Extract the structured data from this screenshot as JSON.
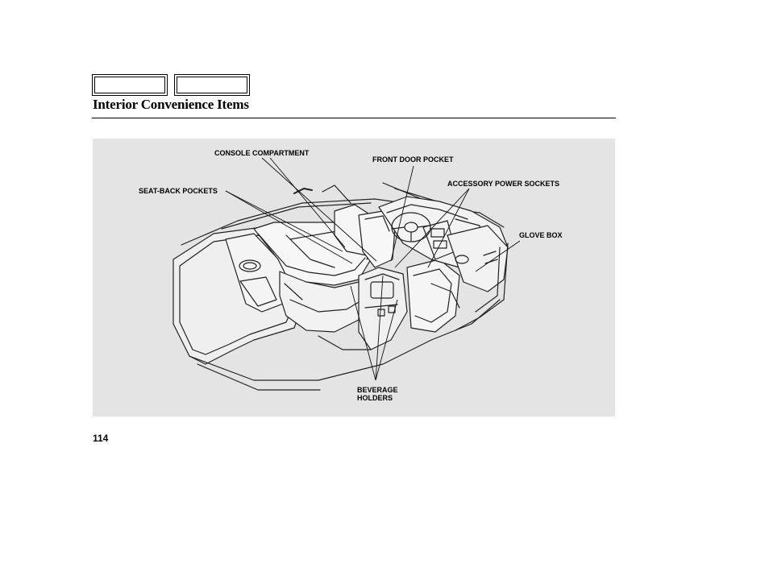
{
  "header": {
    "nav_prev_label": "",
    "nav_next_label": "",
    "title": "Interior Convenience Items"
  },
  "figure": {
    "labels": {
      "console_compartment": "CONSOLE COMPARTMENT",
      "front_door_pocket": "FRONT DOOR POCKET",
      "accessory_power_sockets": "ACCESSORY POWER SOCKETS",
      "seat_back_pockets": "SEAT-BACK POCKETS",
      "glove_box": "GLOVE BOX",
      "beverage_holders_line1": "BEVERAGE",
      "beverage_holders_line2": "HOLDERS"
    }
  },
  "footer": {
    "page_number": "114"
  }
}
